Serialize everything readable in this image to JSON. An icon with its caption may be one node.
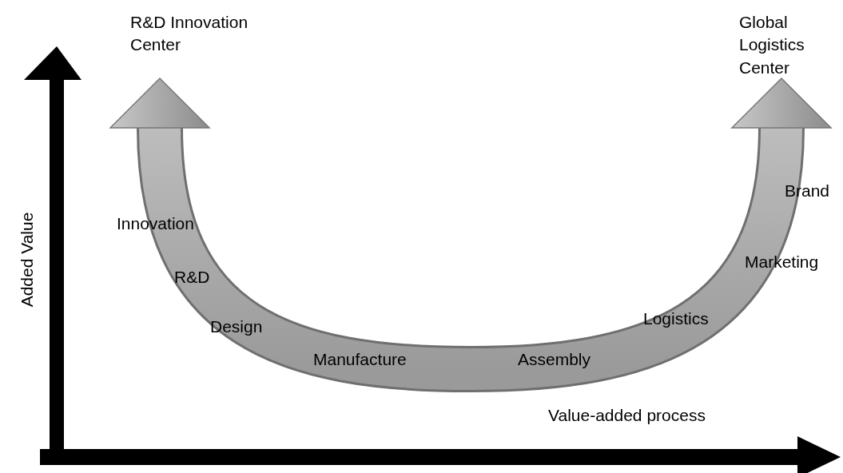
{
  "diagram": {
    "nodes": [
      {
        "text": [
          "R&D Innovation Center"
        ]
      },
      {
        "text": [
          "Global Logistics Center"
        ]
      }
    ],
    "edges": [
      {
        "from": 0,
        "to": 1,
        "arrow": "both"
      }
    ],
    "labels": [
      "Innovation",
      "R&D",
      "Design",
      "Manufacture",
      "Assembly",
      "Logistics",
      "Marketing",
      "Brand",
      "Added Value",
      "Value-added process"
    ]
  }
}
